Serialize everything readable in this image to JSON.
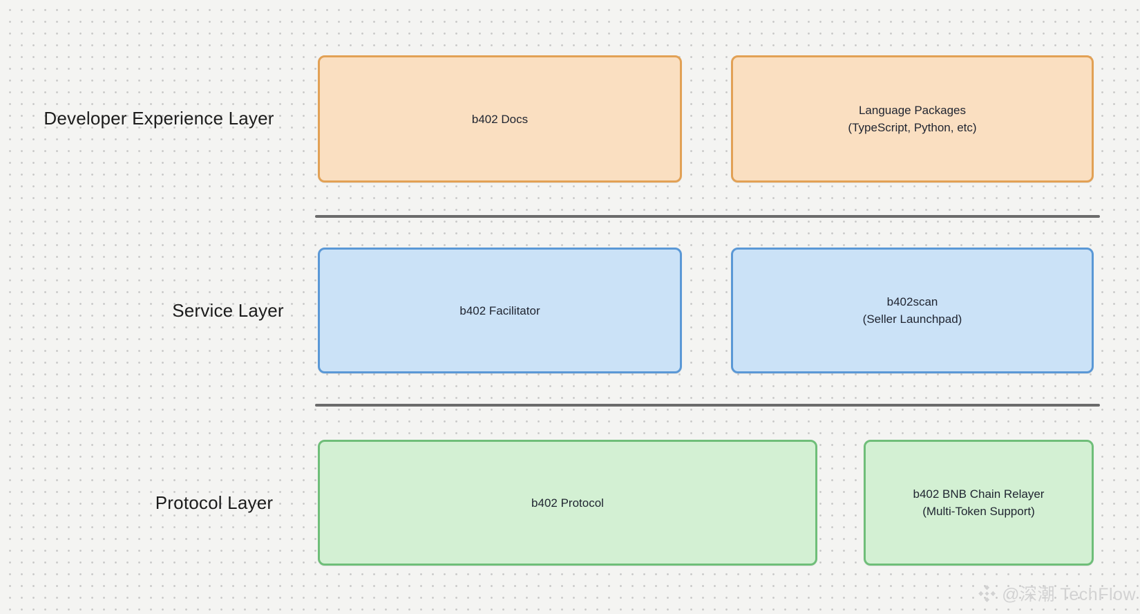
{
  "background": {
    "color": "#f4f4f2",
    "dot_color": "#c6c6c6"
  },
  "divider_color": "#6b6b6b",
  "rows": [
    {
      "label": "Developer Experience Layer",
      "fill": "#fadfc1",
      "border": "#e2a155",
      "boxes": [
        {
          "line1": "b402 Docs"
        },
        {
          "line1": "Language Packages",
          "line2": "(TypeScript, Python, etc)"
        }
      ]
    },
    {
      "label": "Service Layer",
      "fill": "#cbe2f7",
      "border": "#5a98d6",
      "boxes": [
        {
          "line1": "b402 Facilitator"
        },
        {
          "line1": "b402scan",
          "line2": "(Seller Launchpad)"
        }
      ]
    },
    {
      "label": "Protocol Layer",
      "fill": "#d3f0d3",
      "border": "#6fbe79",
      "boxes": [
        {
          "line1": "b402 Protocol"
        },
        {
          "line1": "b402 BNB Chain Relayer",
          "line2": "(Multi-Token Support)"
        }
      ]
    }
  ],
  "watermark": {
    "text": "@深潮 TechFlow",
    "logo": "bnb-diamond-icon",
    "color": "#d2d2d2"
  }
}
